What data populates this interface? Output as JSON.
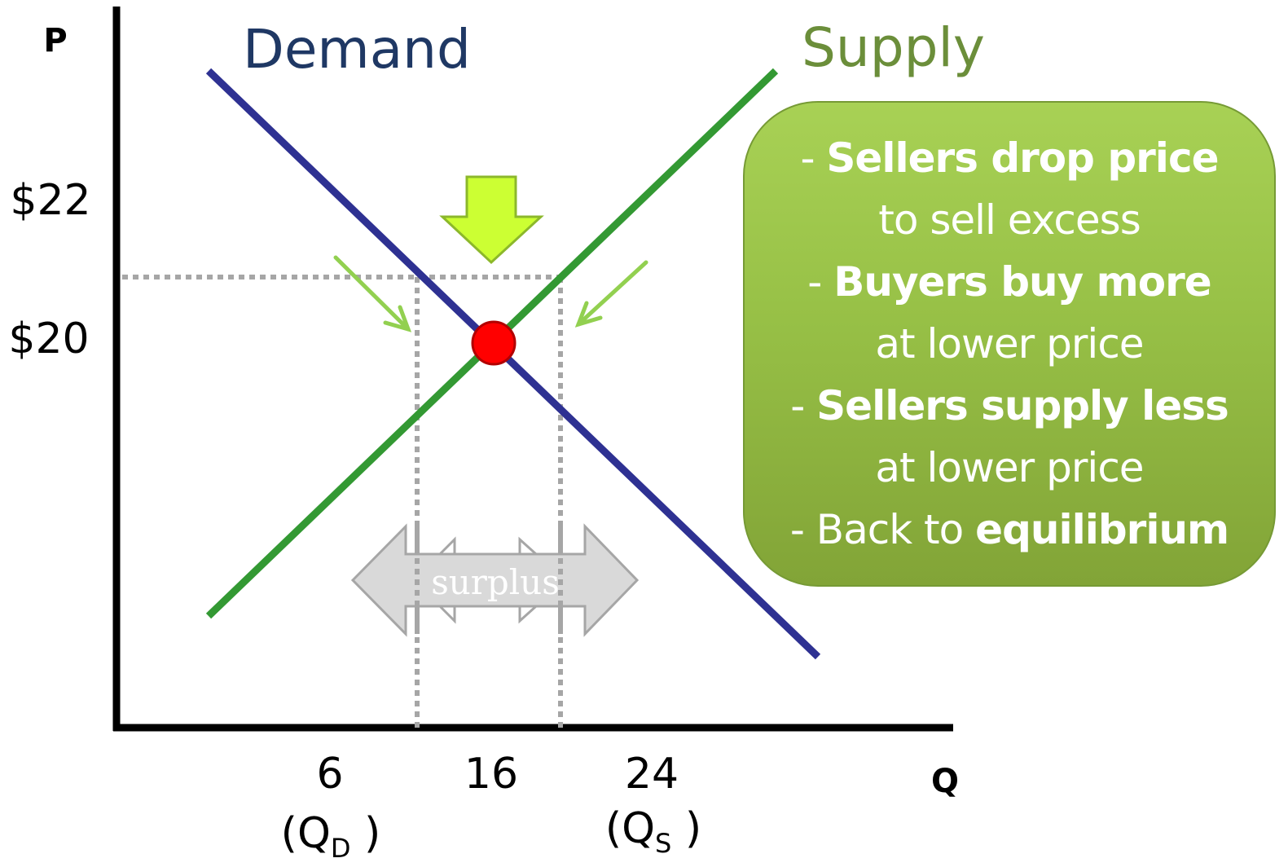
{
  "colors": {
    "demand": "#2e3192",
    "supply": "#339933",
    "demand_label": "#1f3864",
    "supply_label": "#6b8e3a",
    "equilibrium": "#ff0000",
    "guide": "#a6a6a6",
    "arrow_down": "#ccff33",
    "arrow_small": "#92d050",
    "surplus_arrow": "#d9d9d9",
    "box": "#9bc64b"
  },
  "axes": {
    "y_label": "P",
    "x_label": "Q",
    "y_ticks": [
      "$22",
      "$20"
    ],
    "x_ticks": [
      {
        "value": "6",
        "sub_main": "Q",
        "sub_index": "D"
      },
      {
        "value": "16"
      },
      {
        "value": "24",
        "sub_main": "Q",
        "sub_index": "S"
      }
    ]
  },
  "curves": {
    "demand_label": "Demand",
    "supply_label": "Supply"
  },
  "surplus_label": "surplus",
  "info_box": {
    "lines": [
      {
        "prefix": "- ",
        "bold": "Sellers drop price",
        "rest": ""
      },
      {
        "prefix": "to sell excess",
        "bold": "",
        "rest": ""
      },
      {
        "prefix": "- ",
        "bold": "Buyers buy more",
        "rest": ""
      },
      {
        "prefix": "at lower price",
        "bold": "",
        "rest": ""
      },
      {
        "prefix": "- ",
        "bold": "Sellers supply less",
        "rest": ""
      },
      {
        "prefix": "at lower price",
        "bold": "",
        "rest": ""
      },
      {
        "prefix": "- Back to ",
        "bold": "equilibrium",
        "rest": ""
      }
    ]
  }
}
